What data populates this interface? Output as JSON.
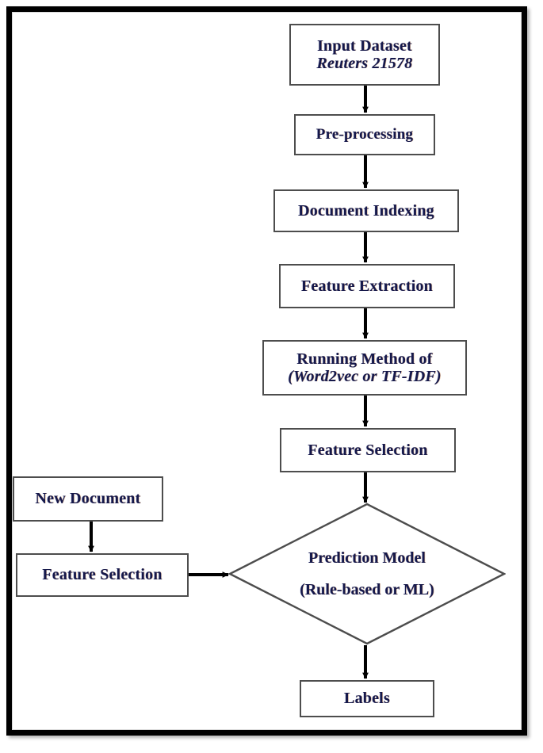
{
  "diagram": {
    "title": "Text Classification Pipeline Flowchart",
    "border_color": "#000000",
    "node_border_color": "#4d4d4d",
    "text_color": "#15184a",
    "arrow_color": "#000000",
    "background": "#ffffff"
  },
  "nodes": {
    "input_dataset": {
      "line1": "Input Dataset",
      "line2": "Reuters 21578",
      "shape": "rectangle"
    },
    "pre_processing": {
      "line1": "Pre-processing",
      "shape": "rectangle"
    },
    "document_indexing": {
      "line1": "Document Indexing",
      "shape": "rectangle"
    },
    "feature_extraction": {
      "line1": "Feature Extraction",
      "shape": "rectangle"
    },
    "running_method": {
      "line1": "Running Method of",
      "line2": "(Word2vec or TF-IDF)",
      "shape": "rectangle"
    },
    "feature_selection_main": {
      "line1": "Feature Selection",
      "shape": "rectangle"
    },
    "prediction_model": {
      "line1": "Prediction Model",
      "line2": "(Rule-based or ML)",
      "shape": "diamond"
    },
    "labels": {
      "line1": "Labels",
      "shape": "rectangle"
    },
    "new_document": {
      "line1": "New Document",
      "shape": "rectangle"
    },
    "feature_selection_branch": {
      "line1": "Feature Selection",
      "shape": "rectangle"
    }
  },
  "edges": [
    {
      "from": "input_dataset",
      "to": "pre_processing",
      "direction": "down"
    },
    {
      "from": "pre_processing",
      "to": "document_indexing",
      "direction": "down"
    },
    {
      "from": "document_indexing",
      "to": "feature_extraction",
      "direction": "down"
    },
    {
      "from": "feature_extraction",
      "to": "running_method",
      "direction": "down"
    },
    {
      "from": "running_method",
      "to": "feature_selection_main",
      "direction": "down"
    },
    {
      "from": "feature_selection_main",
      "to": "prediction_model",
      "direction": "down"
    },
    {
      "from": "prediction_model",
      "to": "labels",
      "direction": "down"
    },
    {
      "from": "new_document",
      "to": "feature_selection_branch",
      "direction": "down"
    },
    {
      "from": "feature_selection_branch",
      "to": "prediction_model",
      "direction": "right"
    }
  ]
}
